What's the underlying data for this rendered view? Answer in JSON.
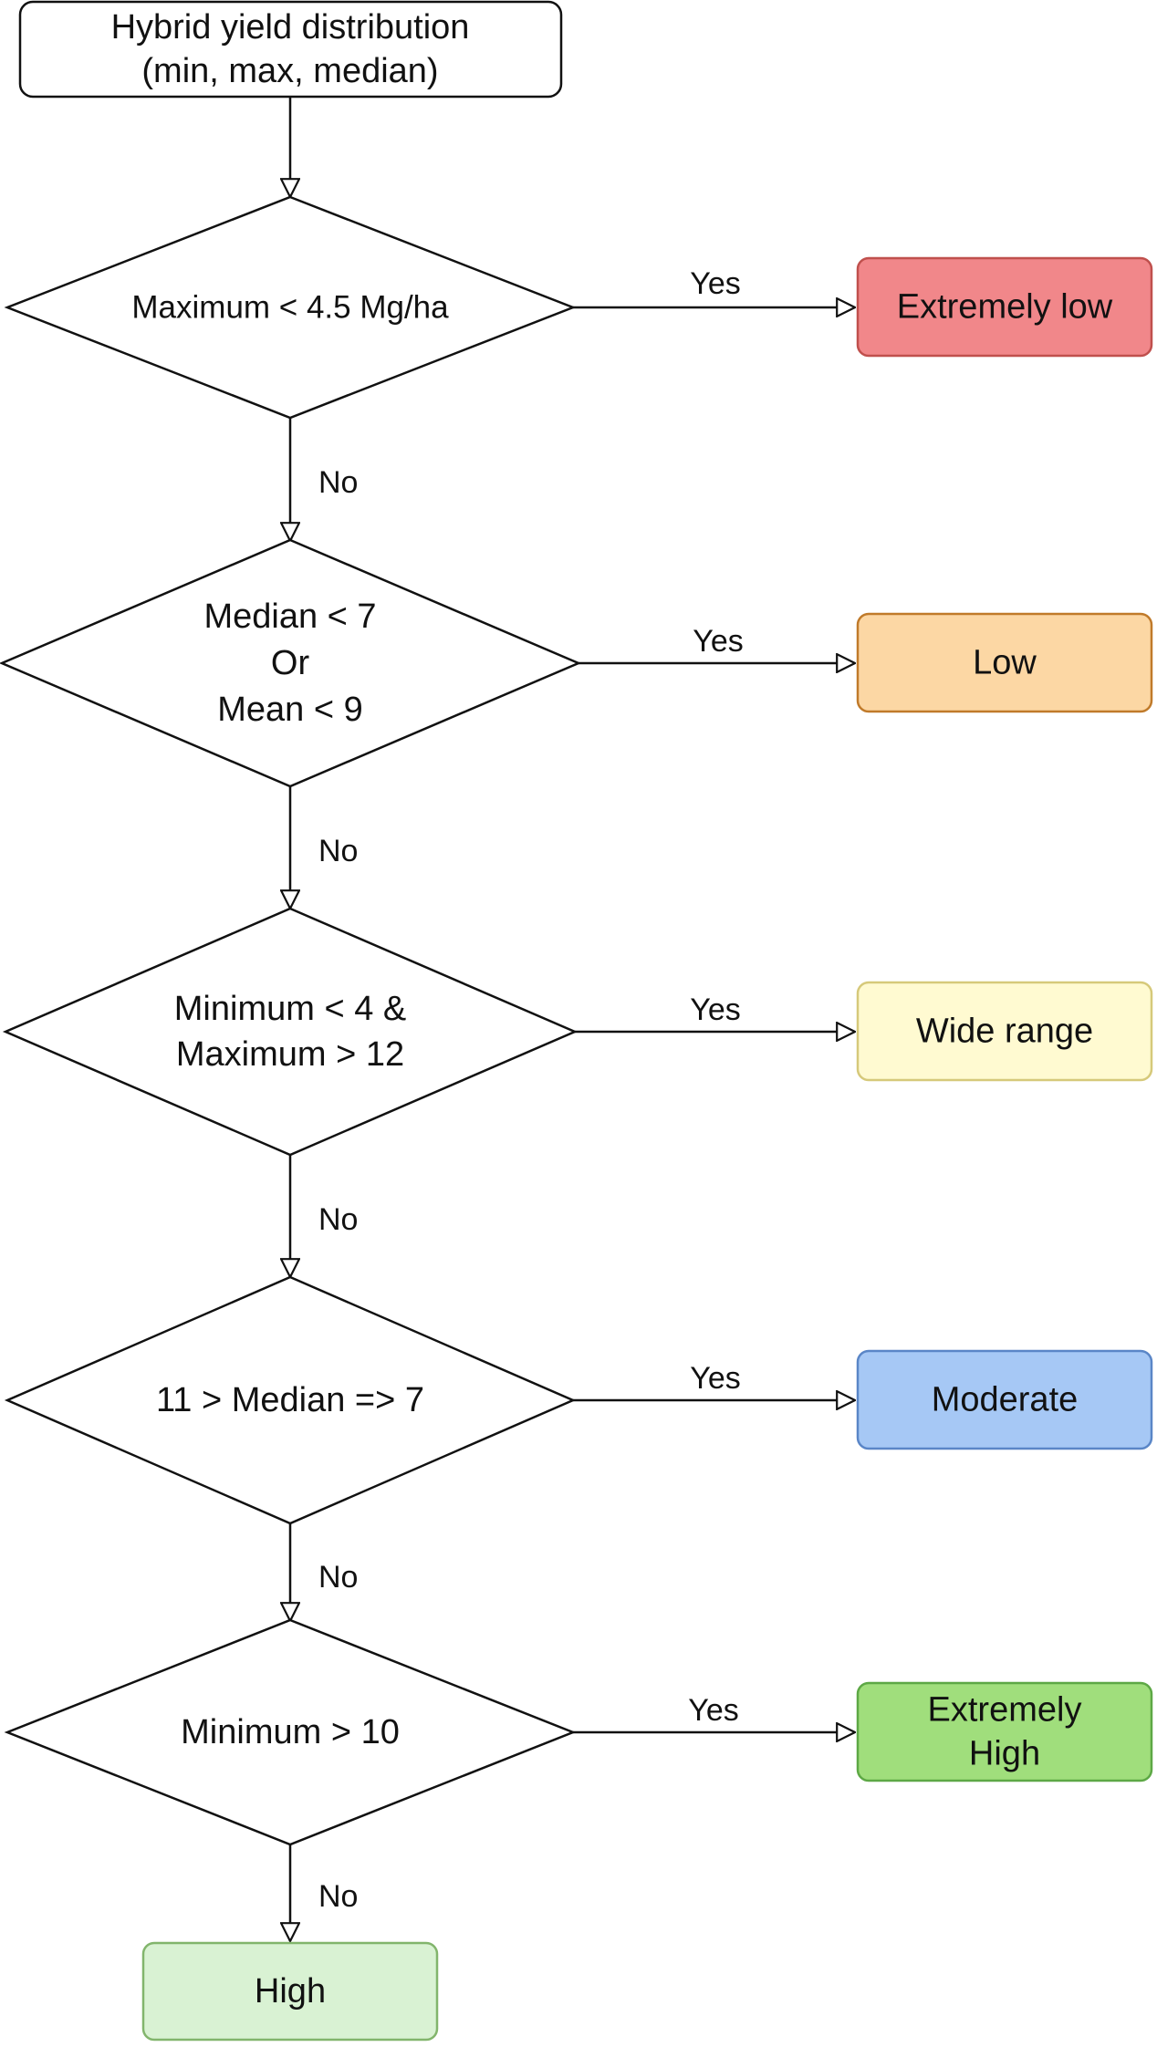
{
  "start": {
    "lines": [
      "Hybrid yield distribution",
      "(min, max, median)"
    ]
  },
  "decisions": [
    {
      "lines": [
        "Maximum < 4.5 Mg/ha"
      ]
    },
    {
      "lines": [
        "Median < 7",
        "Or",
        "Mean < 9"
      ]
    },
    {
      "lines": [
        "Minimum < 4 &",
        "Maximum > 12"
      ]
    },
    {
      "lines": [
        "11 > Median => 7"
      ]
    },
    {
      "lines": [
        "Minimum  >  10"
      ]
    }
  ],
  "outcomes": [
    {
      "lines": [
        "Extremely low"
      ],
      "fill": "#f1878a",
      "stroke": "#c0504d"
    },
    {
      "lines": [
        "Low"
      ],
      "fill": "#fcd7a4",
      "stroke": "#c07a2a"
    },
    {
      "lines": [
        "Wide range"
      ],
      "fill": "#fffad1",
      "stroke": "#d6c97a"
    },
    {
      "lines": [
        "Moderate"
      ],
      "fill": "#a6c8f5",
      "stroke": "#5a86c7"
    },
    {
      "lines": [
        "Extremely",
        "High"
      ],
      "fill": "#a0de7c",
      "stroke": "#5da845"
    }
  ],
  "final": {
    "lines": [
      "High"
    ],
    "fill": "#d9f2d3",
    "stroke": "#82b56c"
  },
  "edge_labels": {
    "yes": "Yes",
    "no": "No"
  }
}
